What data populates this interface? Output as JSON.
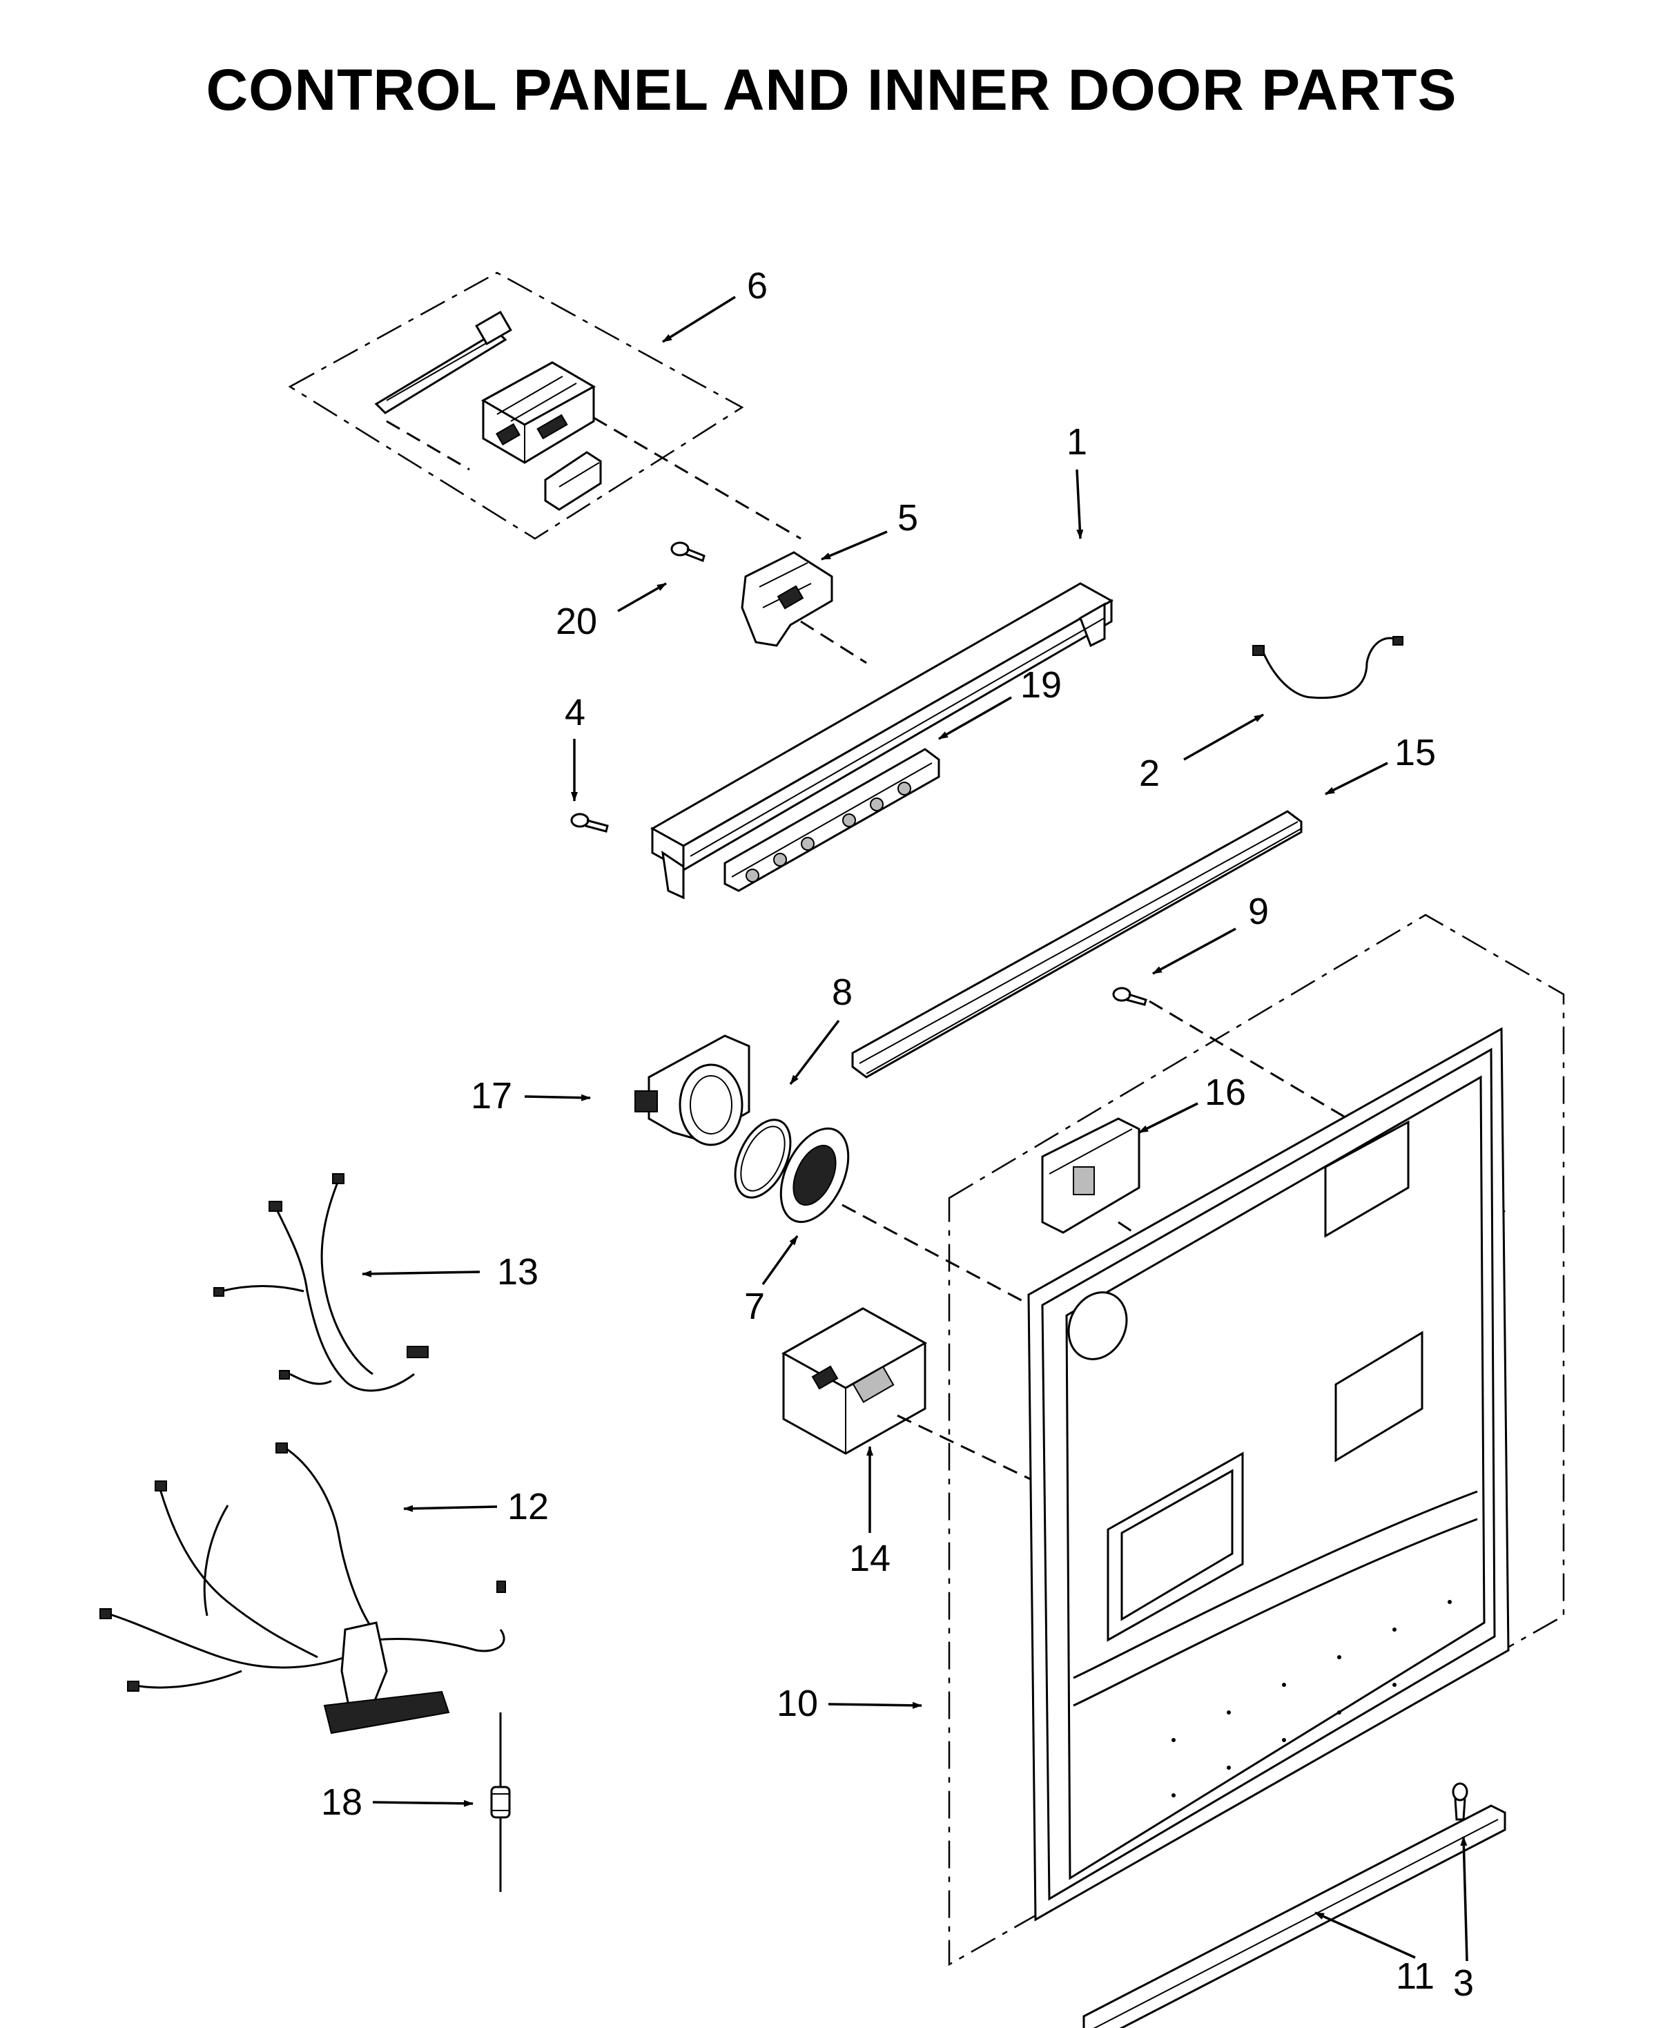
{
  "title": "CONTROL PANEL AND INNER DOOR PARTS",
  "callouts": [
    "1",
    "2",
    "3",
    "4",
    "5",
    "6",
    "7",
    "8",
    "9",
    "10",
    "11",
    "12",
    "13",
    "14",
    "15",
    "16",
    "17",
    "18",
    "19",
    "20"
  ]
}
